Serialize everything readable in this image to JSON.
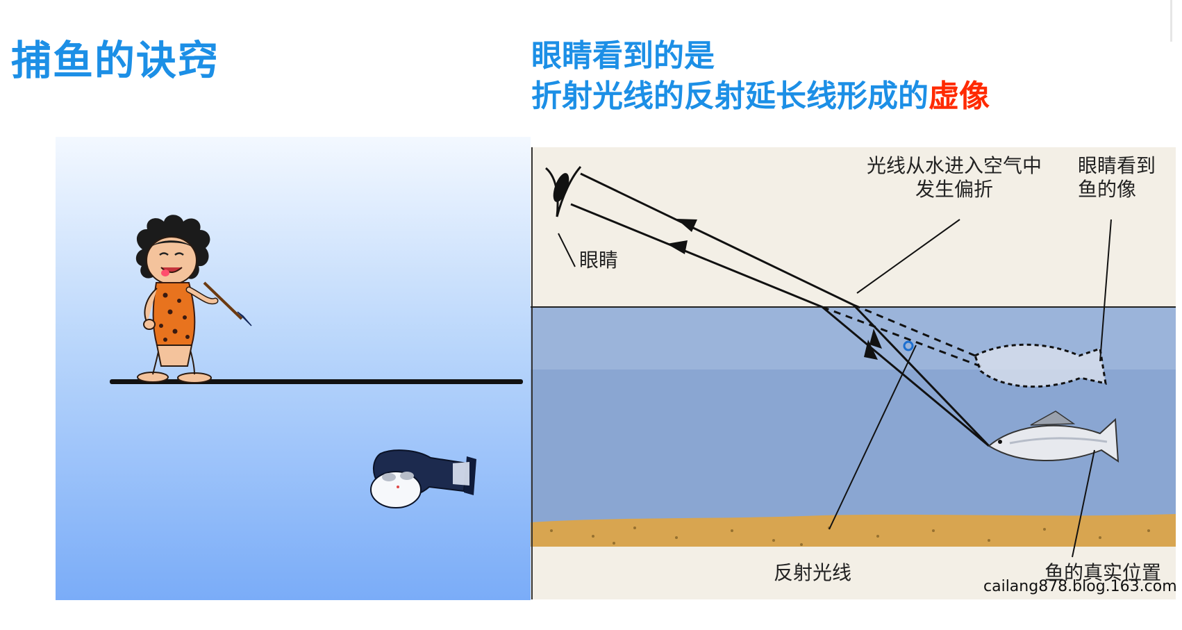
{
  "titles": {
    "left": "捕鱼的诀窍",
    "right_line1": "眼睛看到的是",
    "right_line2_prefix": "折射光线的反射延长线形成的",
    "right_line2_highlight": "虚像"
  },
  "diagram": {
    "labels": {
      "refraction_line1": "光线从水进入空气中",
      "refraction_line2": "发生偏折",
      "eye_sees_line1": "眼睛看到",
      "eye_sees_line2": "鱼的像",
      "eye": "眼睛",
      "reflected_ray": "反射光线",
      "true_position": "鱼的真实位置"
    },
    "watermark": "cailang878.blog.163.com"
  },
  "colors": {
    "title_blue": "#1c8fe6",
    "highlight_red": "#ff2a00",
    "water": "#8aa6d2",
    "sand": "#d8a550"
  }
}
